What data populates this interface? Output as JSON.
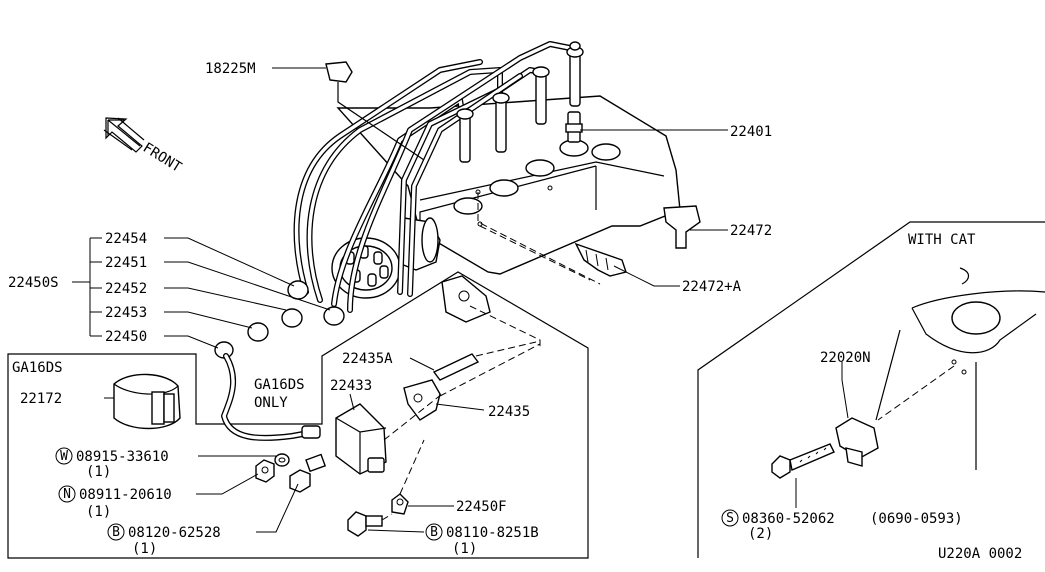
{
  "parts": {
    "p18225M": "18225M",
    "p22401": "22401",
    "p22472": "22472",
    "p22472A": "22472+A",
    "p22454": "22454",
    "p22451": "22451",
    "p22452": "22452",
    "p22453": "22453",
    "p22450": "22450",
    "p22450S": "22450S",
    "p22435A": "22435A",
    "p22433": "22433",
    "p22435": "22435",
    "p22450F": "22450F",
    "p22172": "22172",
    "p22020N": "22020N"
  },
  "fasteners": {
    "w_symbol": "W",
    "w_number": "08915-33610",
    "w_qty": "(1)",
    "n_symbol": "N",
    "n_number": "08911-20610",
    "n_qty": "(1)",
    "b1_symbol": "B",
    "b1_number": "08120-62528",
    "b1_qty": "(1)",
    "b2_symbol": "B",
    "b2_number": "08110-8251B",
    "b2_qty": "(1)",
    "s_symbol": "S",
    "s_number": "08360-52062",
    "s_range": "(0690-0593)",
    "s_qty": "(2)"
  },
  "notes": {
    "front": "FRONT",
    "ga16ds_box": "GA16DS",
    "ga16ds_only_1": "GA16DS",
    "ga16ds_only_2": "ONLY",
    "with_cat": "WITH CAT",
    "diagram_code": "U220A 0002"
  }
}
